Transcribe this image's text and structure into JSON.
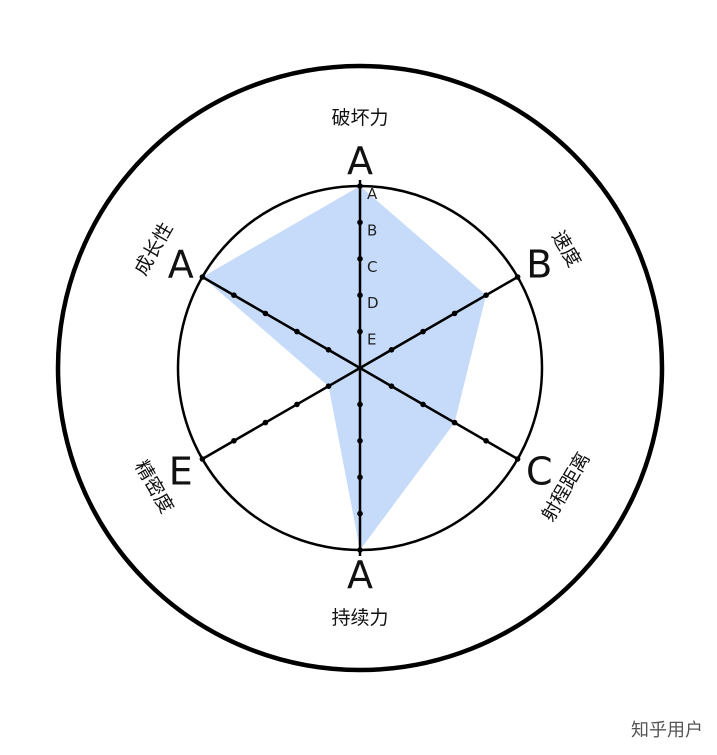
{
  "chart_data": {
    "type": "radar",
    "scale_labels": [
      "A",
      "B",
      "C",
      "D",
      "E"
    ],
    "axes": [
      {
        "name": "破坏力",
        "grade": "A",
        "value": 5
      },
      {
        "name": "速度",
        "grade": "B",
        "value": 4
      },
      {
        "name": "射程距离",
        "grade": "C",
        "value": 3
      },
      {
        "name": "持续力",
        "grade": "A",
        "value": 5
      },
      {
        "name": "精密度",
        "grade": "E",
        "value": 1
      },
      {
        "name": "成长性",
        "grade": "A",
        "value": 5
      }
    ],
    "range": [
      0,
      5
    ],
    "colors": {
      "fill": "#c6dbfa",
      "line": "#000000"
    }
  },
  "watermark": "知乎用户"
}
